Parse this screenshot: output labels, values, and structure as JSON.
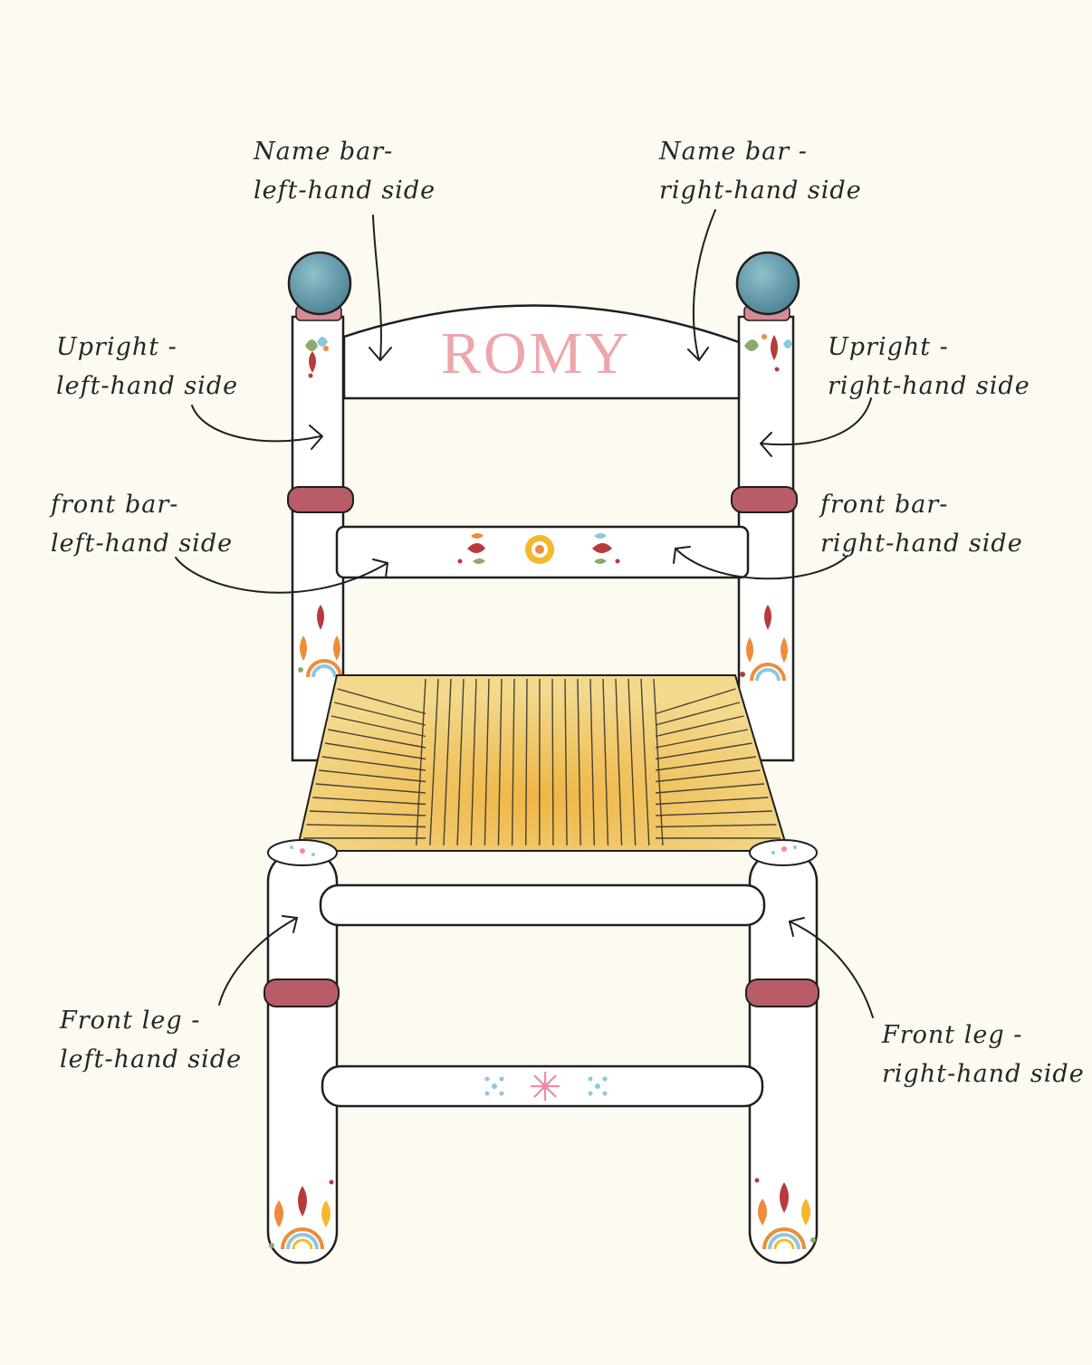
{
  "chair": {
    "name_text": "ROMY",
    "colors": {
      "background": "#fdfaf1",
      "paint": "#ffffff",
      "outline": "#1f1f1f",
      "knob": "#5f95a3",
      "band": "#b85d68",
      "seat": "#ecc766",
      "name": "#eda6ab",
      "flower_center": "#f5b82e",
      "accent_red": "#b8393e",
      "accent_orange": "#ee8c3a",
      "accent_blue": "#8cc8df",
      "accent_green": "#8aaa6e",
      "accent_pink": "#ef8aa6"
    }
  },
  "labels": [
    {
      "id": "name-bar-left",
      "lines": [
        "Name bar-",
        "left-hand side"
      ]
    },
    {
      "id": "name-bar-right",
      "lines": [
        "Name bar -",
        "right-hand side"
      ]
    },
    {
      "id": "upright-left",
      "lines": [
        "Upright -",
        "left-hand side"
      ]
    },
    {
      "id": "upright-right",
      "lines": [
        "Upright -",
        "right-hand side"
      ]
    },
    {
      "id": "front-bar-left",
      "lines": [
        "front bar-",
        "left-hand side"
      ]
    },
    {
      "id": "front-bar-right",
      "lines": [
        "front bar-",
        "right-hand side"
      ]
    },
    {
      "id": "front-leg-left",
      "lines": [
        "Front leg -",
        "left-hand side"
      ]
    },
    {
      "id": "front-leg-right",
      "lines": [
        "Front leg -",
        "right-hand side"
      ]
    }
  ]
}
